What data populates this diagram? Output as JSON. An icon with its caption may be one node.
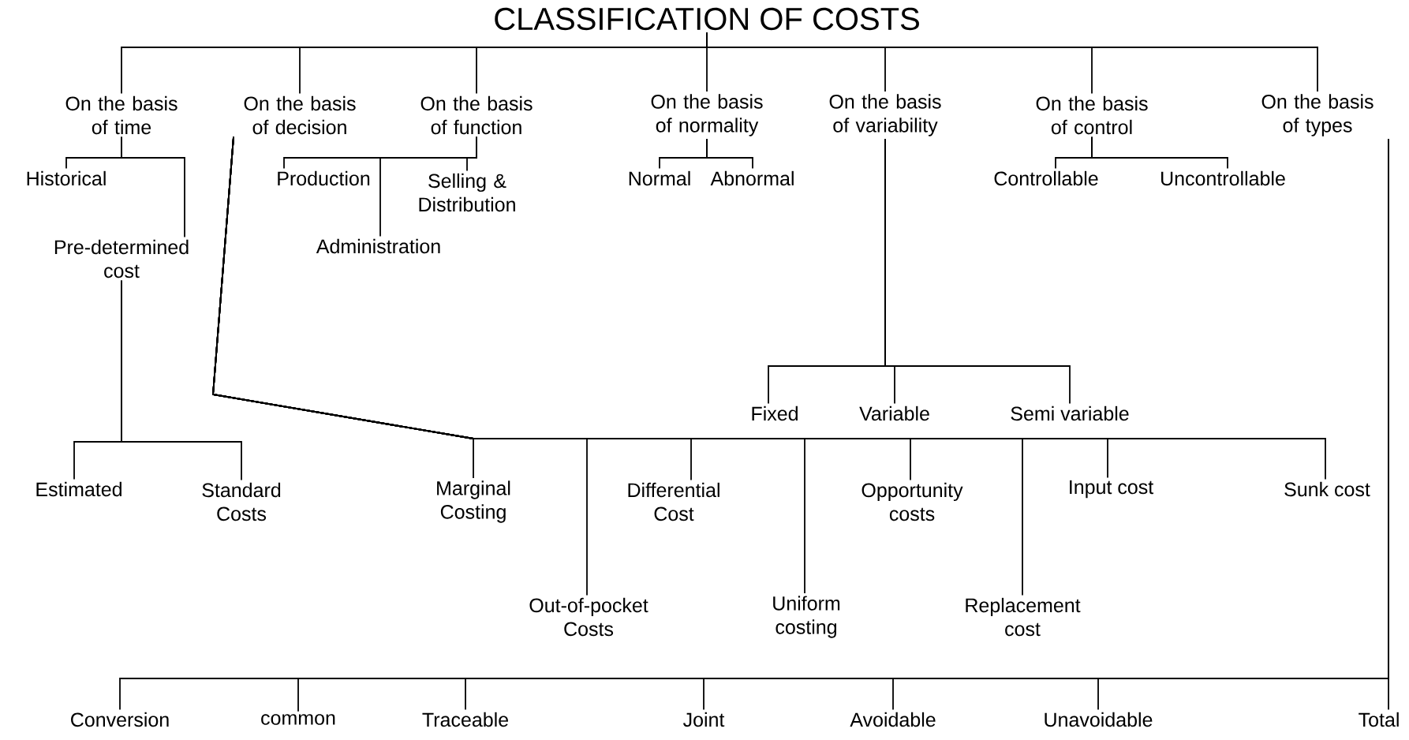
{
  "diagram": {
    "nodes": [
      {
        "text": [
          "CLASSIFICATION OF COSTS"
        ]
      },
      {
        "text": [
          "On the basis of time"
        ]
      },
      {
        "text": [
          "On the basis of decision"
        ]
      },
      {
        "text": [
          "On the basis of function"
        ]
      },
      {
        "text": [
          "On the basis of normality"
        ]
      },
      {
        "text": [
          "On the basis of variability"
        ]
      },
      {
        "text": [
          "On the basis of control"
        ]
      },
      {
        "text": [
          "On the basis of types"
        ]
      },
      {
        "text": [
          "Historical"
        ]
      },
      {
        "text": [
          "Pre-determined cost"
        ]
      },
      {
        "text": [
          "Production"
        ]
      },
      {
        "text": [
          "Selling & Distribution"
        ]
      },
      {
        "text": [
          "Administration"
        ]
      },
      {
        "text": [
          "Normal"
        ]
      },
      {
        "text": [
          "Abnormal"
        ]
      },
      {
        "text": [
          "Controllable"
        ]
      },
      {
        "text": [
          "Uncontrollable"
        ]
      },
      {
        "text": [
          "Fixed"
        ]
      },
      {
        "text": [
          "Variable"
        ]
      },
      {
        "text": [
          "Semi variable"
        ]
      },
      {
        "text": [
          "Estimated"
        ]
      },
      {
        "text": [
          "Standard Costs"
        ]
      },
      {
        "text": [
          "Marginal Costing"
        ]
      },
      {
        "text": [
          "Differential Cost"
        ]
      },
      {
        "text": [
          "Opportunity costs"
        ]
      },
      {
        "text": [
          "Input cost"
        ]
      },
      {
        "text": [
          "Sunk cost"
        ]
      },
      {
        "text": [
          "Out-of-pocket Costs"
        ]
      },
      {
        "text": [
          "Uniform costing"
        ]
      },
      {
        "text": [
          "Replacement cost"
        ]
      },
      {
        "text": [
          "Conversion"
        ]
      },
      {
        "text": [
          "common"
        ]
      },
      {
        "text": [
          "Traceable"
        ]
      },
      {
        "text": [
          "Joint"
        ]
      },
      {
        "text": [
          "Avoidable"
        ]
      },
      {
        "text": [
          "Unavoidable"
        ]
      },
      {
        "text": [
          "Total"
        ]
      }
    ],
    "edges": [
      {
        "from": 0,
        "to": 1,
        "arrow": "none"
      },
      {
        "from": 0,
        "to": 2,
        "arrow": "none"
      },
      {
        "from": 0,
        "to": 3,
        "arrow": "none"
      },
      {
        "from": 0,
        "to": 4,
        "arrow": "none"
      },
      {
        "from": 0,
        "to": 5,
        "arrow": "none"
      },
      {
        "from": 0,
        "to": 6,
        "arrow": "none"
      },
      {
        "from": 0,
        "to": 7,
        "arrow": "none"
      },
      {
        "from": 1,
        "to": 8,
        "arrow": "none"
      },
      {
        "from": 1,
        "to": 9,
        "arrow": "none"
      },
      {
        "from": 3,
        "to": 10,
        "arrow": "none"
      },
      {
        "from": 3,
        "to": 12,
        "arrow": "none"
      },
      {
        "from": 3,
        "to": 11,
        "arrow": "none"
      },
      {
        "from": 4,
        "to": 13,
        "arrow": "none"
      },
      {
        "from": 4,
        "to": 14,
        "arrow": "none"
      },
      {
        "from": 6,
        "to": 15,
        "arrow": "none"
      },
      {
        "from": 6,
        "to": 16,
        "arrow": "none"
      },
      {
        "from": 5,
        "to": 17,
        "arrow": "none"
      },
      {
        "from": 5,
        "to": 18,
        "arrow": "none"
      },
      {
        "from": 5,
        "to": 19,
        "arrow": "none"
      },
      {
        "from": 9,
        "to": 20,
        "arrow": "none"
      },
      {
        "from": 9,
        "to": 21,
        "arrow": "none"
      },
      {
        "from": 2,
        "to": 22,
        "arrow": "none"
      },
      {
        "from": 2,
        "to": 27,
        "arrow": "none"
      },
      {
        "from": 2,
        "to": 23,
        "arrow": "none"
      },
      {
        "from": 2,
        "to": 28,
        "arrow": "none"
      },
      {
        "from": 2,
        "to": 24,
        "arrow": "none"
      },
      {
        "from": 2,
        "to": 29,
        "arrow": "none"
      },
      {
        "from": 2,
        "to": 25,
        "arrow": "none"
      },
      {
        "from": 2,
        "to": 26,
        "arrow": "none"
      },
      {
        "from": 7,
        "to": 30,
        "arrow": "none"
      },
      {
        "from": 7,
        "to": 31,
        "arrow": "none"
      },
      {
        "from": 7,
        "to": 32,
        "arrow": "none"
      },
      {
        "from": 7,
        "to": 33,
        "arrow": "none"
      },
      {
        "from": 7,
        "to": 34,
        "arrow": "none"
      },
      {
        "from": 7,
        "to": 35,
        "arrow": "none"
      },
      {
        "from": 7,
        "to": 36,
        "arrow": "none"
      }
    ]
  }
}
